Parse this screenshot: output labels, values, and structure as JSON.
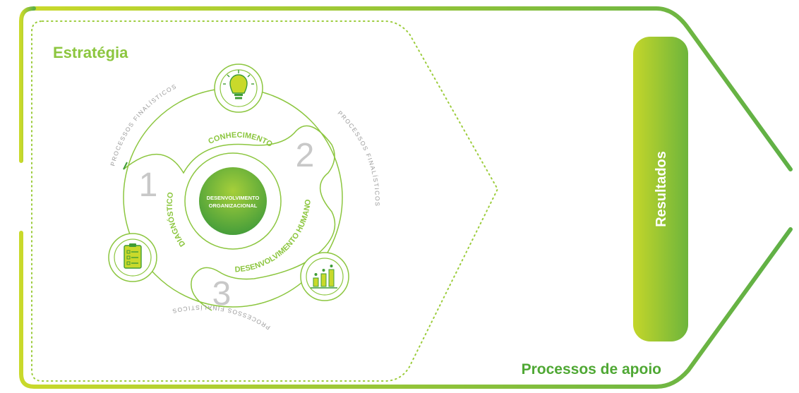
{
  "labels": {
    "strategy": "Estratégia",
    "results": "Resultados",
    "support": "Processos de apoio",
    "center_line1": "DESENVOLVIMENTO",
    "center_line2": "ORGANIZACIONAL",
    "arc_knowledge": "CONHECIMENTO",
    "arc_diagnosis": "DIAGNÓSTICO",
    "arc_human": "DESENVOLVIMENTO HUMANO",
    "outer_process_1": "PROCESSOS FINALÍSTICOS",
    "outer_process_2": "PROCESSOS FINALÍSTICOS",
    "outer_process_3": "PROCESSOS FINALÍSTICOS",
    "step1": "1",
    "step2": "2",
    "step3": "3"
  },
  "icons": {
    "top": "lightbulb-icon",
    "left": "clipboard-checklist-icon",
    "right": "bar-chart-icon"
  },
  "colors": {
    "green_light": "#c9d92b",
    "green": "#7ab51d",
    "green_dark": "#3f9c35",
    "gray_text": "#9a9a9a",
    "step_gray": "#c8c8c8"
  }
}
